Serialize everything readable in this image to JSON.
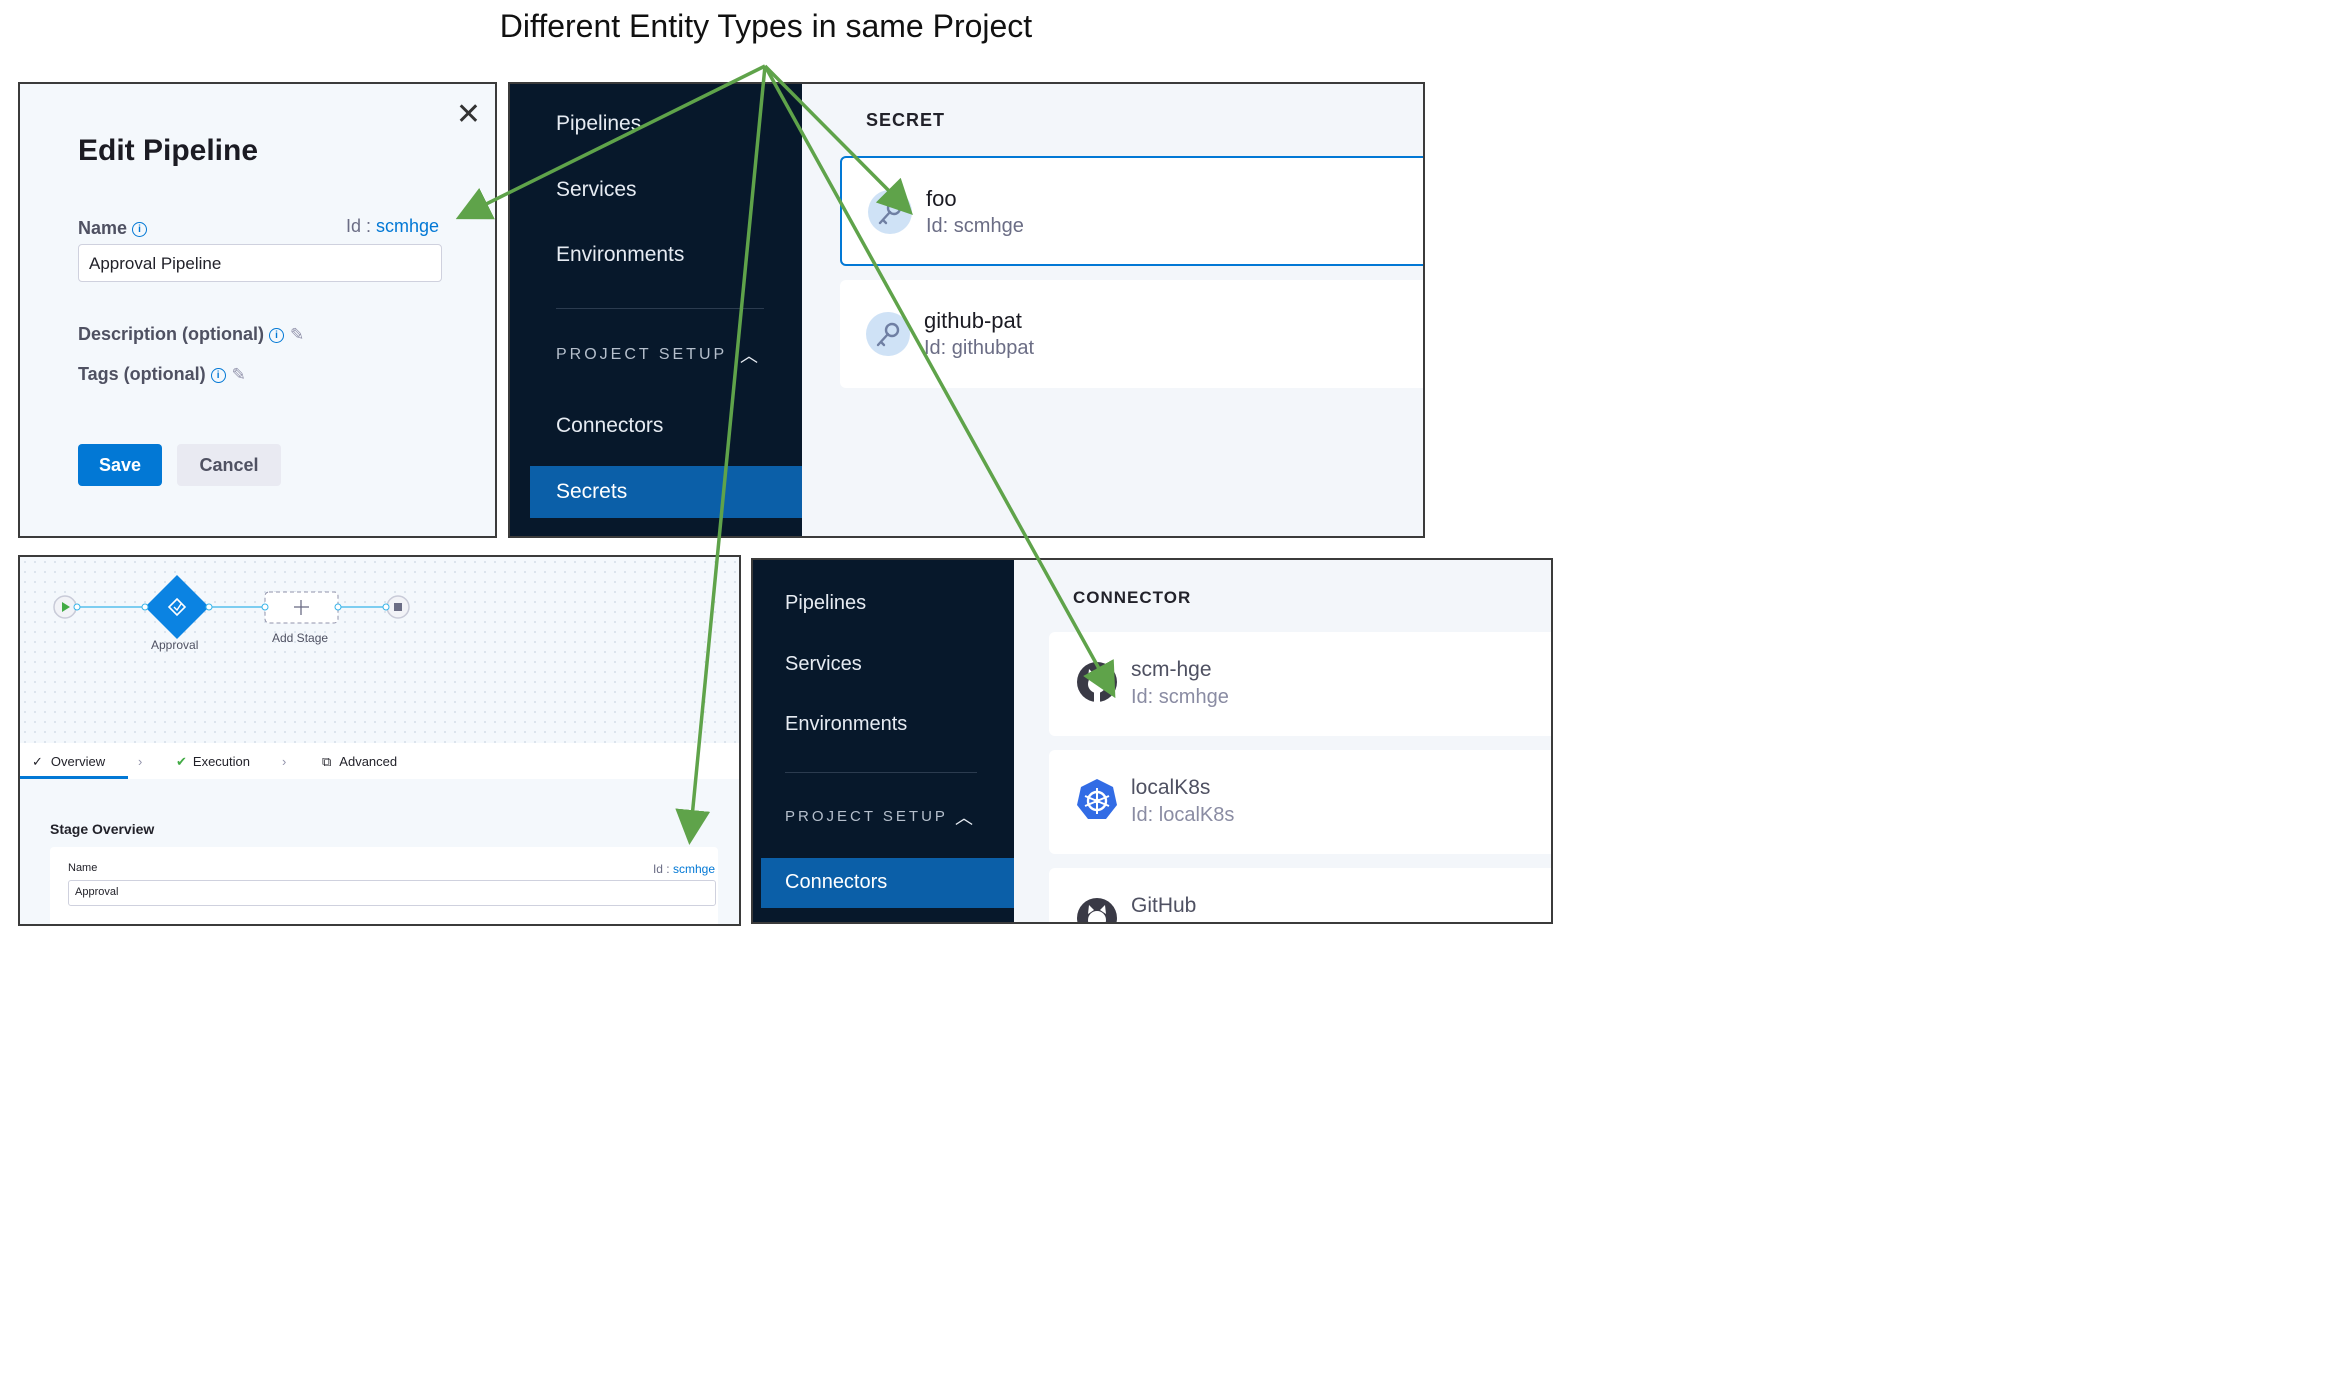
{
  "title": "Different Entity Types in same Project",
  "edit_pipeline": {
    "close": "✕",
    "title": "Edit Pipeline",
    "name_label": "Name",
    "id_prefix": "Id : ",
    "id_value": "scmhge",
    "name_value": "Approval Pipeline",
    "description_label": "Description (optional)",
    "tags_label": "Tags (optional)",
    "save_label": "Save",
    "cancel_label": "Cancel"
  },
  "secrets_panel": {
    "nav": [
      "Pipelines",
      "Services",
      "Environments"
    ],
    "section": "PROJECT SETUP",
    "setup_items": [
      "Connectors",
      "Secrets"
    ],
    "active": "Secrets",
    "heading": "SECRET",
    "items": [
      {
        "name": "foo",
        "id": "Id: scmhge"
      },
      {
        "name": "github-pat",
        "id": "Id: githubpat"
      }
    ]
  },
  "studio_panel": {
    "approval_label": "Approval",
    "add_stage_label": "Add Stage",
    "tabs": [
      "Overview",
      "Execution",
      "Advanced"
    ],
    "stage_overview": "Stage Overview",
    "name_label": "Name",
    "id_prefix": "Id : ",
    "id_value": "scmhge",
    "name_value": "Approval"
  },
  "connectors_panel": {
    "nav": [
      "Pipelines",
      "Services",
      "Environments"
    ],
    "section": "PROJECT SETUP",
    "active": "Connectors",
    "heading": "CONNECTOR",
    "items": [
      {
        "name": "scm-hge",
        "id": "Id: scmhge",
        "icon": "github-icon"
      },
      {
        "name": "localK8s",
        "id": "Id: localK8s",
        "icon": "kubernetes-icon"
      },
      {
        "name": "GitHub",
        "icon": "github-icon"
      }
    ]
  },
  "colors": {
    "arrow": "#5fa34a",
    "accent": "#0278d5",
    "sidebar": "#07182b"
  }
}
